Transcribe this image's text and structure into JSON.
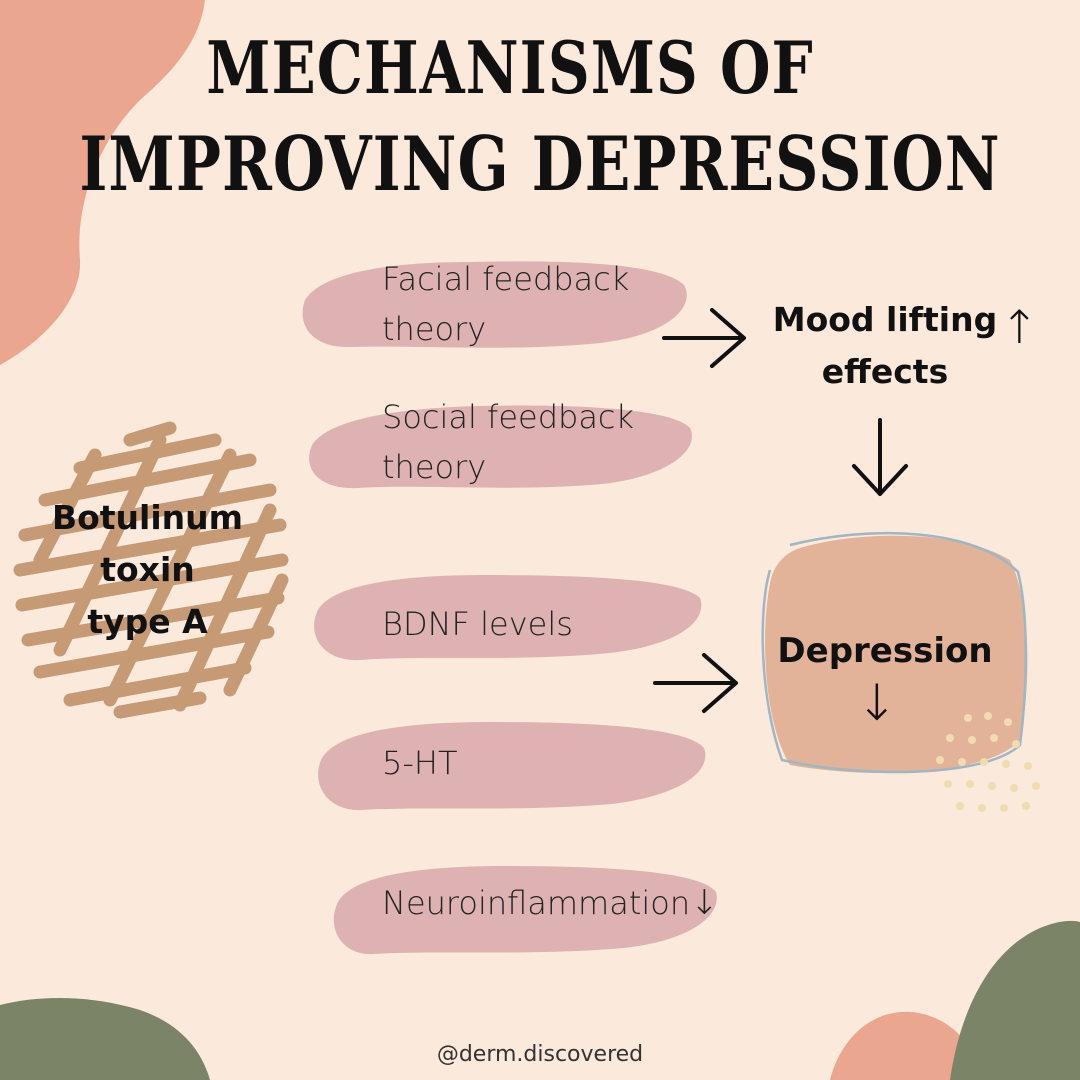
{
  "title": {
    "line1": "MECHANISMS OF",
    "line2": "IMPROVING DEPRESSION"
  },
  "source": {
    "label": "Botulinum toxin type A",
    "lines": [
      "Botulinum",
      "toxin",
      "type A"
    ]
  },
  "mechanisms": [
    {
      "lines": [
        "Facial feedback",
        "theory"
      ]
    },
    {
      "lines": [
        "Social feedback",
        "theory"
      ]
    },
    {
      "lines": [
        "BDNF levels"
      ]
    },
    {
      "lines": [
        "5-HT"
      ]
    },
    {
      "lines": [
        "Neuroinflammation"
      ],
      "trend": "↓"
    }
  ],
  "mood": {
    "lines": [
      "Mood lifting",
      "effects"
    ],
    "trend": "↑"
  },
  "outcome": {
    "label": "Depression",
    "trend": "↓"
  },
  "footer": {
    "handle": "@derm.discovered"
  },
  "colors": {
    "background": "#fbe9dc",
    "blob_pink": "#deb2b3",
    "scribble_brown": "#c69a74",
    "outcome_fill": "#e2b398",
    "corner_salmon": "#eaa68f",
    "corner_green": "#7c8468",
    "dots": "#f0dcb0",
    "outline_blue": "#9fb6c4"
  }
}
